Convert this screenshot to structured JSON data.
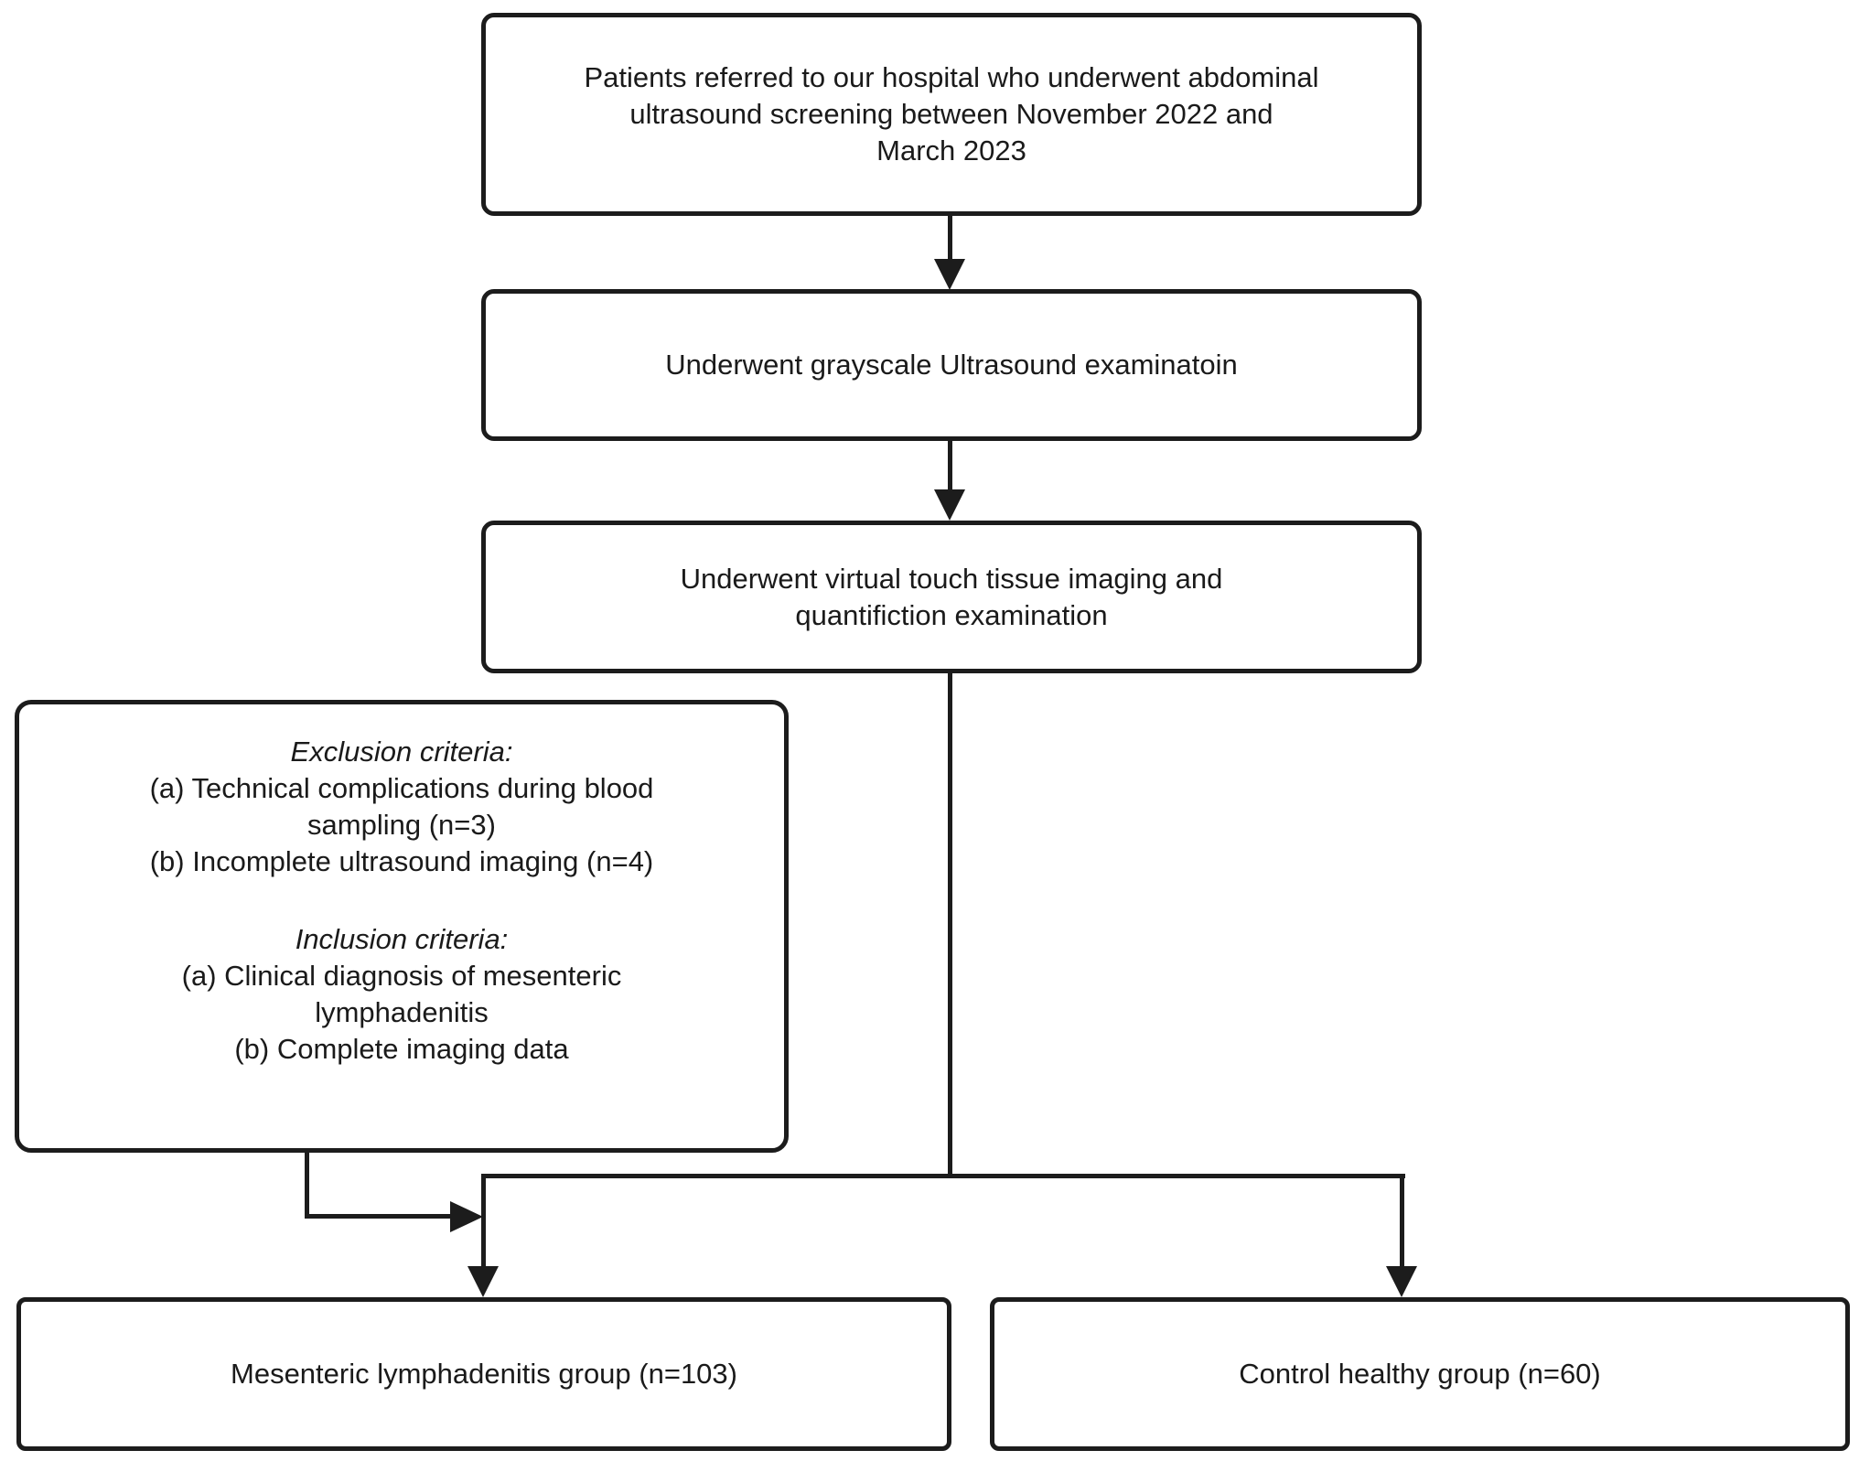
{
  "figure": {
    "type": "flowchart",
    "background": "#ffffff",
    "line_color": "#1c1c1c",
    "text_color": "#1a1a1a"
  },
  "boxes": {
    "referral": {
      "text": "Patients referred to our hospital who underwent abdominal\nultrasound screening between November 2022 and\nMarch 2023"
    },
    "grayscale": {
      "text": "Underwent grayscale Ultrasound examinatoin"
    },
    "vtiq": {
      "text": "Underwent virtual touch tissue imaging and\nquantifiction examination"
    },
    "criteria": {
      "exclusion": {
        "title": "Exclusion criteria:",
        "items": [
          "(a) Technical complications during blood\nsampling (n=3)",
          "(b) Incomplete ultrasound imaging (n=4)"
        ]
      },
      "inclusion": {
        "title": "Inclusion criteria:",
        "items": [
          "(a) Clinical diagnosis of mesenteric\nlymphadenitis",
          "(b) Complete imaging data"
        ]
      }
    },
    "group_mesenteric": {
      "text": "Mesenteric lymphadenitis group (n=103)"
    },
    "group_control": {
      "text": "Control healthy group (n=60)"
    }
  }
}
